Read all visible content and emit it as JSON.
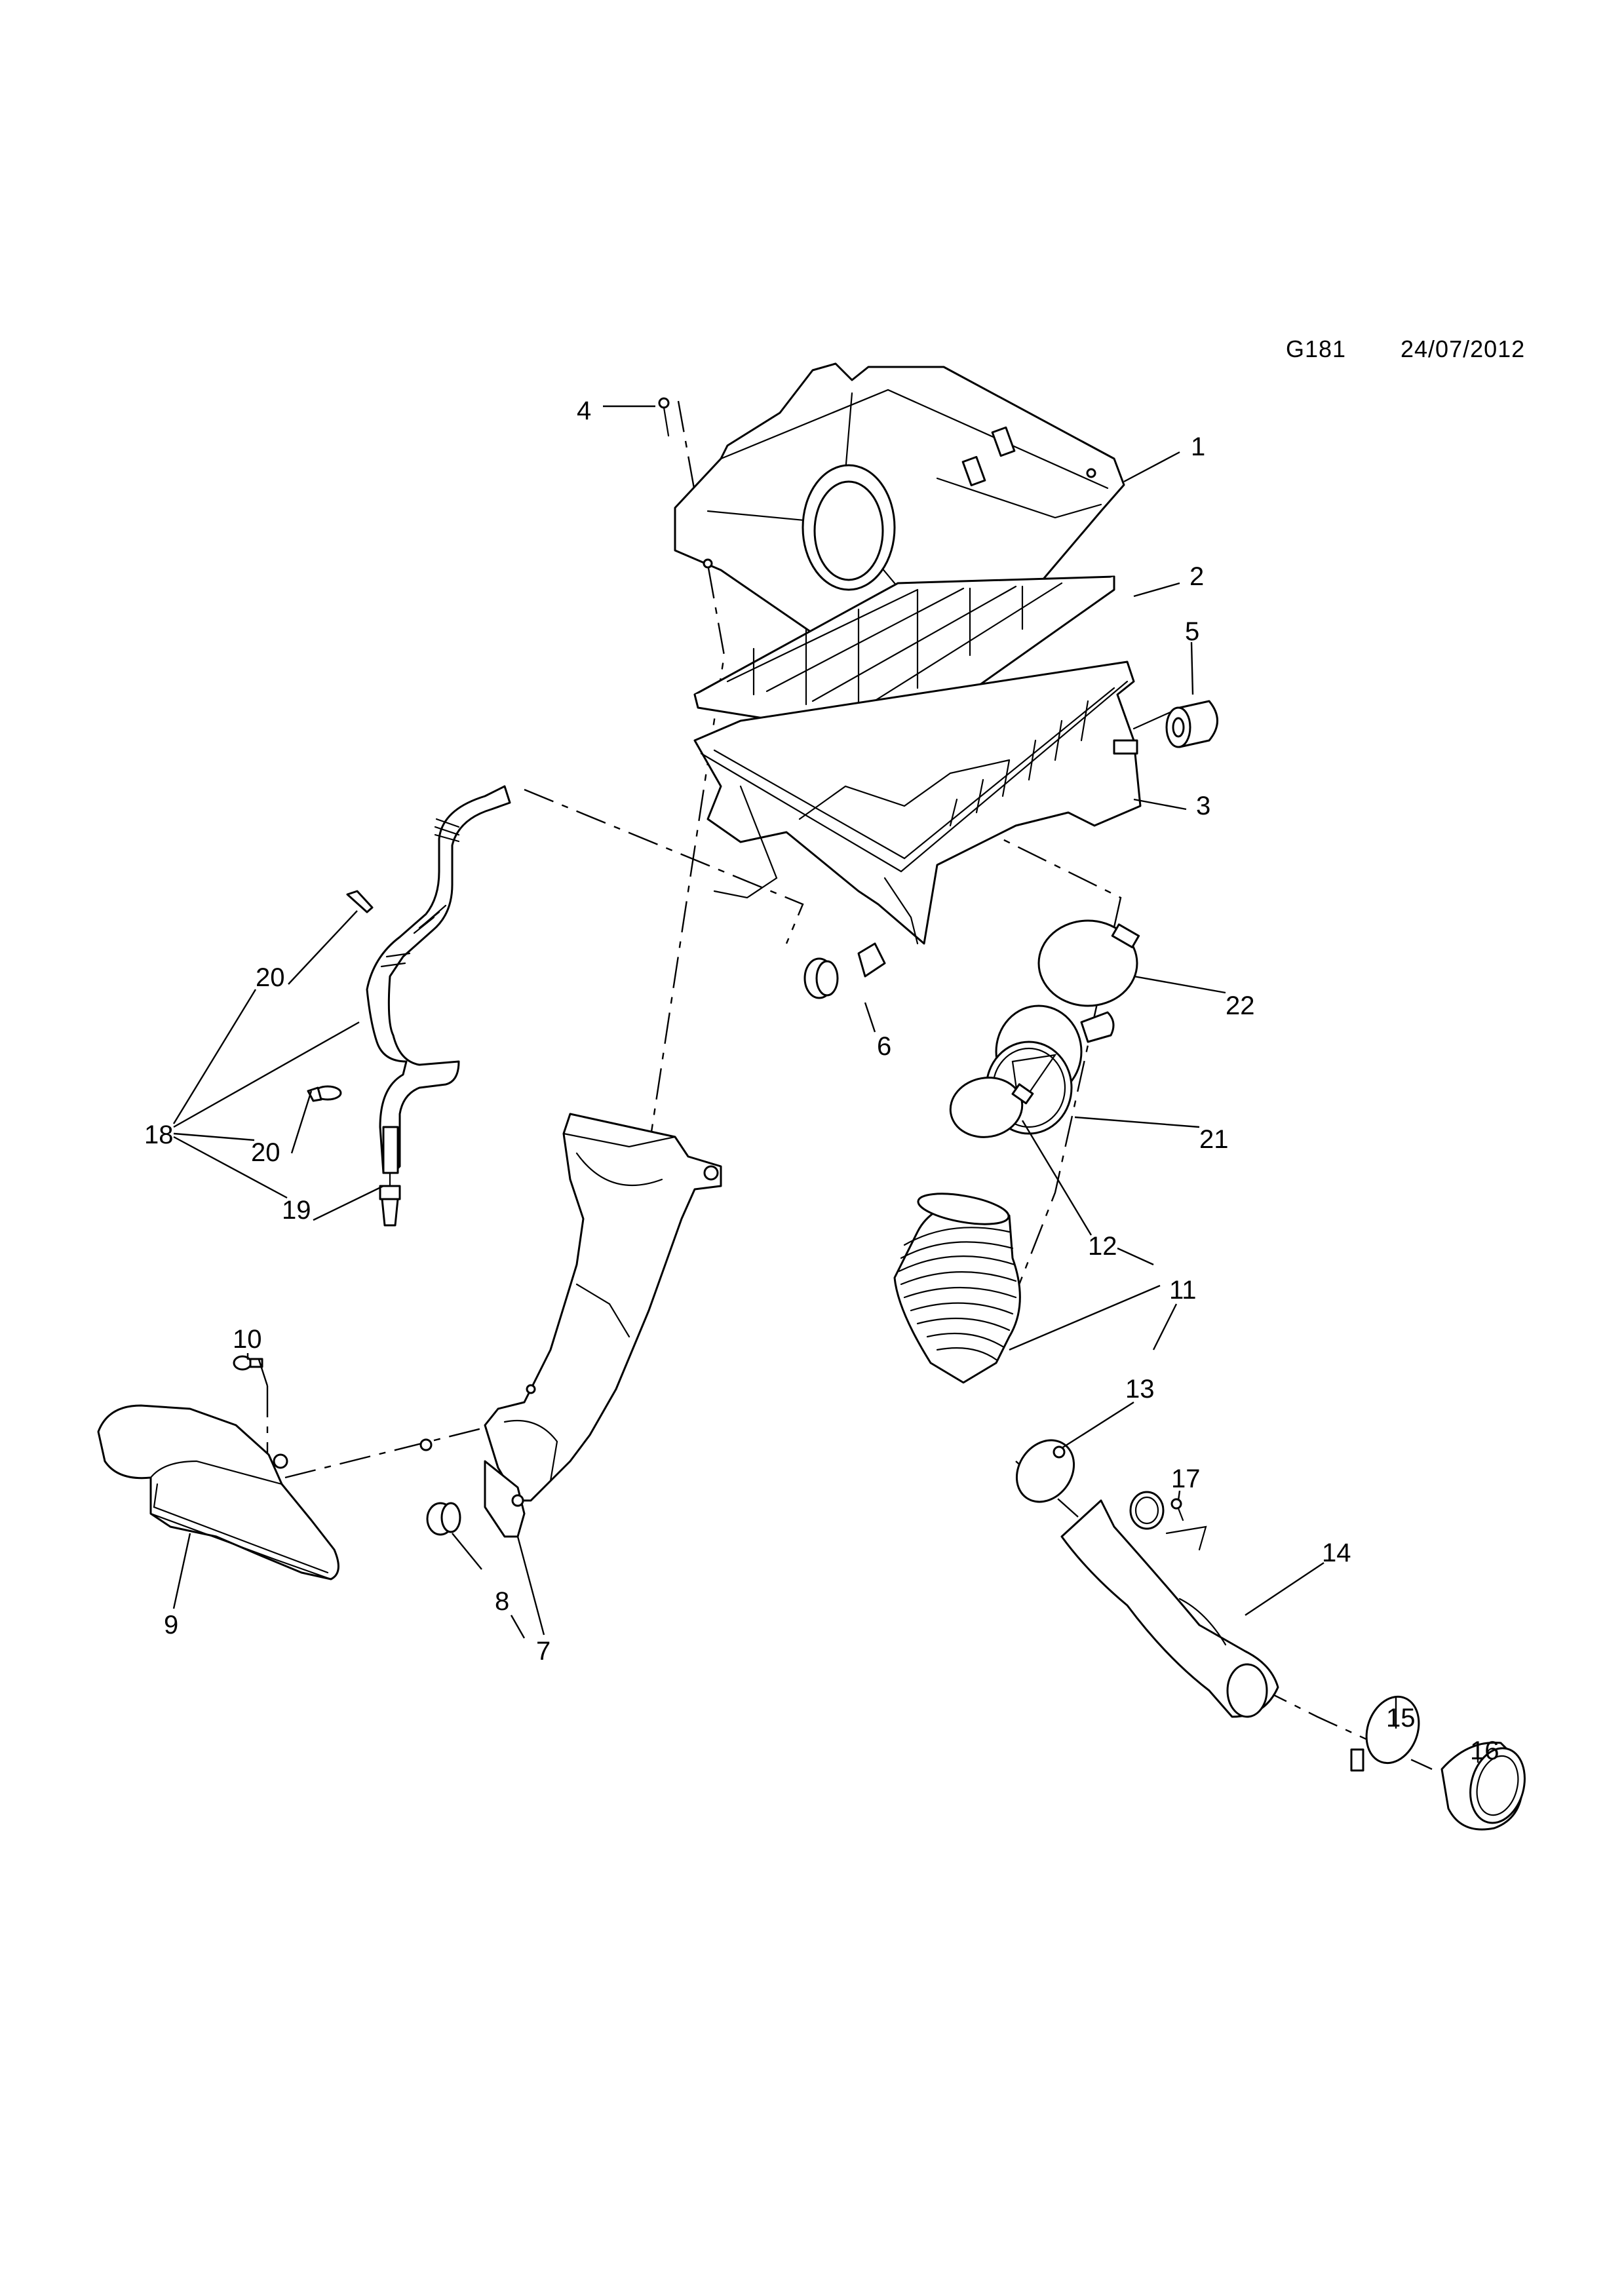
{
  "header": {
    "diagram_code": "G181",
    "date": "24/07/2012"
  },
  "callouts": [
    {
      "id": "c1",
      "label": "1",
      "part": "air-cleaner-housing-cover"
    },
    {
      "id": "c2",
      "label": "2",
      "part": "air-filter-element"
    },
    {
      "id": "c3",
      "label": "3",
      "part": "air-cleaner-housing-lower"
    },
    {
      "id": "c4",
      "label": "4",
      "part": "cover-screw"
    },
    {
      "id": "c5",
      "label": "5",
      "part": "mounting-grommet-rear"
    },
    {
      "id": "c6",
      "label": "6",
      "part": "mounting-grommet-front"
    },
    {
      "id": "c7",
      "label": "7",
      "part": "intake-duct-resonator"
    },
    {
      "id": "c8",
      "label": "8",
      "part": "duct-grommet"
    },
    {
      "id": "c9",
      "label": "9",
      "part": "air-inlet-snorkel"
    },
    {
      "id": "c10",
      "label": "10",
      "part": "push-rivet"
    },
    {
      "id": "c11",
      "label": "11",
      "part": "air-intake-hose"
    },
    {
      "id": "c12",
      "label": "12",
      "part": "hose-clamp-upper"
    },
    {
      "id": "c13",
      "label": "13",
      "part": "hose-clamp-lower"
    },
    {
      "id": "c14",
      "label": "14",
      "part": "throttle-body-duct"
    },
    {
      "id": "c15",
      "label": "15",
      "part": "duct-clamp"
    },
    {
      "id": "c16",
      "label": "16",
      "part": "duct-seal-ring"
    },
    {
      "id": "c17",
      "label": "17",
      "part": "duct-bracket-screw"
    },
    {
      "id": "c18",
      "label": "18",
      "part": "breather-hose-assembly"
    },
    {
      "id": "c19",
      "label": "19",
      "part": "breather-hose-connector"
    },
    {
      "id": "c20a",
      "label": "20",
      "part": "breather-hose-clip-upper"
    },
    {
      "id": "c20b",
      "label": "20",
      "part": "breather-hose-clip-lower"
    },
    {
      "id": "c21",
      "label": "21",
      "part": "mass-air-flow-sensor"
    },
    {
      "id": "c22",
      "label": "22",
      "part": "maf-sensor-clamp"
    }
  ]
}
